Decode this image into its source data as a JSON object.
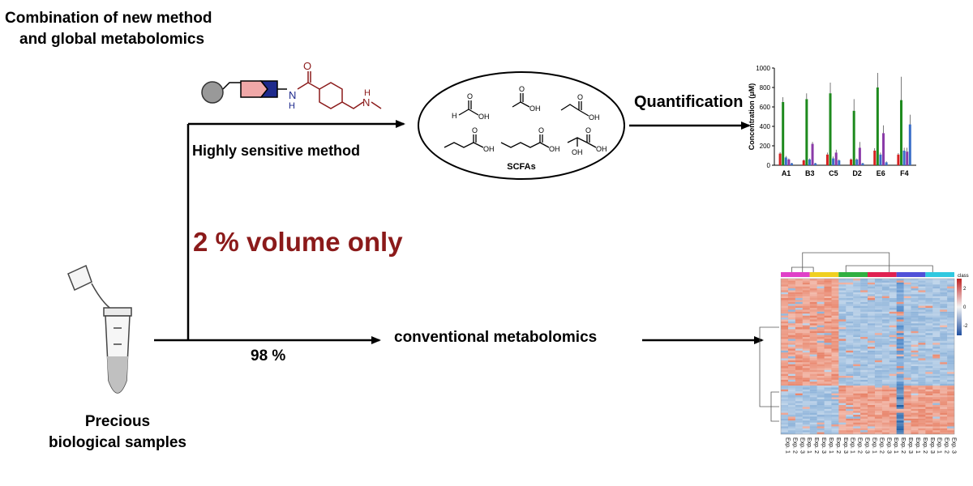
{
  "title_lines": [
    "Combination of new method",
    "and global metabolomics"
  ],
  "labels": {
    "sensitive_method": "Highly sensitive method",
    "volume_only": "2 % volume only",
    "percent_98": "98 %",
    "conventional": "conventional metabolomics",
    "quantification": "Quantification",
    "samples_line1": "Precious",
    "samples_line2": "biological samples",
    "scfas": "SCFAs",
    "heatmap_class": "class",
    "reagent_H": "H",
    "reagent_N": "N",
    "reagent_O": "O"
  },
  "molecules": [
    "H",
    "OH",
    "OH",
    "OH",
    "OH",
    "OH",
    "OH",
    "O",
    "O",
    "O",
    "O",
    "O",
    "O"
  ],
  "colors": {
    "accent_red": "#8b1a1a",
    "green": "#1e8a1e",
    "red": "#d62020",
    "purple": "#8a3aa8",
    "blue": "#3a6ec8",
    "heat_high": "#e8846a",
    "heat_low": "#8fb4da"
  },
  "heatmap": {
    "legend_ticks": [
      "2",
      "0",
      "-2"
    ],
    "col_labels": [
      "Exp. 1",
      "Exp. 2",
      "Exp. 3",
      "Exp. 1",
      "Exp. 2",
      "Exp. 3",
      "Exp. 1",
      "Exp. 2",
      "Exp. 3",
      "Exp. 1",
      "Exp. 2",
      "Exp. 3",
      "Exp. 1",
      "Exp. 2",
      "Exp. 3",
      "Exp. 1",
      "Exp. 2",
      "Exp. 3",
      "Exp. 1",
      "Exp. 2",
      "Exp. 3",
      "Exp. 1",
      "Exp. 2",
      "Exp. 3"
    ]
  },
  "chart_data": {
    "type": "bar",
    "title": "",
    "xlabel": "",
    "ylabel": "Concentration (μM)",
    "ylim": [
      0,
      1000
    ],
    "yticks": [
      "0",
      "200",
      "400",
      "600",
      "800",
      "1000"
    ],
    "categories": [
      "A1",
      "B3",
      "C5",
      "D2",
      "E6",
      "F4"
    ],
    "series": [
      {
        "color": "#d62020",
        "values": [
          120,
          50,
          110,
          60,
          150,
          110
        ],
        "errors": [
          15,
          10,
          20,
          10,
          25,
          15
        ]
      },
      {
        "color": "#1e8a1e",
        "values": [
          650,
          680,
          740,
          560,
          800,
          670
        ],
        "errors": [
          50,
          60,
          110,
          120,
          150,
          240
        ]
      },
      {
        "color": "#3a6ec8",
        "values": [
          80,
          60,
          70,
          60,
          110,
          150
        ],
        "errors": [
          15,
          10,
          20,
          10,
          20,
          30
        ]
      },
      {
        "color": "#8a3aa8",
        "values": [
          60,
          220,
          130,
          180,
          330,
          140
        ],
        "errors": [
          10,
          20,
          30,
          60,
          80,
          40
        ]
      },
      {
        "color": "#3a6ec8",
        "values": [
          20,
          20,
          50,
          20,
          30,
          420
        ],
        "errors": [
          5,
          5,
          10,
          5,
          10,
          100
        ]
      }
    ]
  }
}
